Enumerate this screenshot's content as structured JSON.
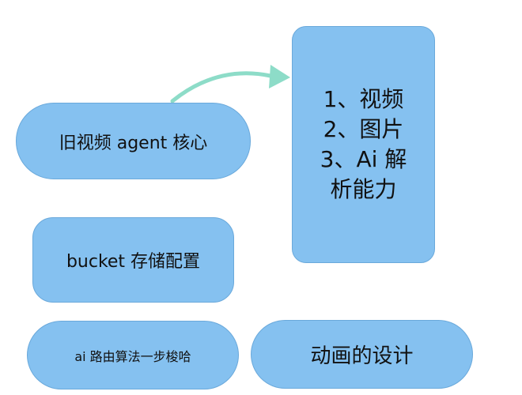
{
  "nodes": {
    "legacy": {
      "label": "旧视频 agent 核心"
    },
    "bucket": {
      "label": "bucket 存储配置"
    },
    "ai_routing": {
      "label": "ai 路由算法一步梭哈"
    },
    "animation": {
      "label": "动画的设计"
    },
    "capabilities": {
      "lines": [
        "1、视频",
        "2、图片",
        "3、Ai 解",
        "析能力"
      ]
    }
  },
  "colors": {
    "node_fill": "#85c1f0",
    "node_border": "#6aa9db",
    "arrow": "#8ddcc8"
  },
  "arrow": {
    "from": "legacy",
    "to": "capabilities"
  }
}
